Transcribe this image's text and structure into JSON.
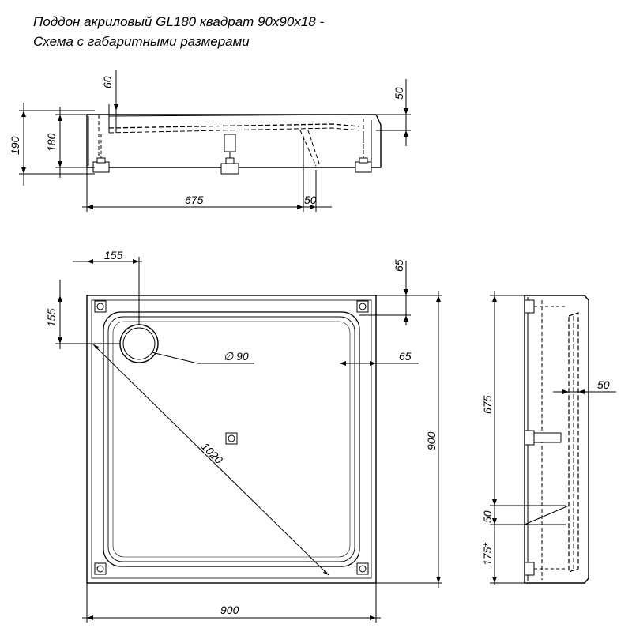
{
  "title": {
    "line1": "Поддон акриловый  GL180 квадрат 90x90x18 -",
    "line2": "Схема с габаритными размерами"
  },
  "dimensions": {
    "front_60": "60",
    "front_50_top": "50",
    "front_190": "190",
    "front_180": "180",
    "front_675": "675",
    "front_50_bottom": "50",
    "plan_155_top": "155",
    "plan_65_top": "65",
    "plan_155_left": "155",
    "plan_diameter": "∅ 90",
    "plan_65_right": "65",
    "plan_900_right": "900",
    "plan_1020": "1020",
    "plan_900_bottom": "900",
    "side_675": "675",
    "side_50_right": "50",
    "side_50_left": "50",
    "side_175": "175*"
  },
  "colors": {
    "line": "#000000",
    "fill": "#ffffff"
  }
}
